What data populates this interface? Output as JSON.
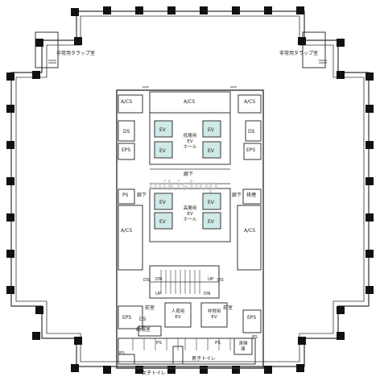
{
  "colors": {
    "wall": "#111111",
    "elevator_fill": "#cfe8e8",
    "line": "#333333",
    "watermark": "#bdbdbd"
  },
  "labels": {
    "escape_balcony_left": "非常用タラップ室",
    "escape_balcony_right": "非常用タラップ室",
    "acs": "A/CS",
    "ds": "DS",
    "eps": "EPS",
    "ps": "PS",
    "ev": "EV",
    "low_ev_hall": "低層用\nEV\nホール",
    "high_ev_hall": "高層用\nEV\nホール",
    "corridor": "廊下",
    "corridor_alt": "廊下",
    "exhaust": "排煙",
    "dn": "DN",
    "up": "UP",
    "side_room": "前室",
    "passenger_ev": "人荷用\nEV",
    "emergency_ev": "非常用\nEV",
    "hot_water": "給湯室",
    "cleaning": "清掃\n庫",
    "mens_toilet": "男子トイレ",
    "womens_toilet": "女子トイレ"
  },
  "watermark": "mikishop"
}
